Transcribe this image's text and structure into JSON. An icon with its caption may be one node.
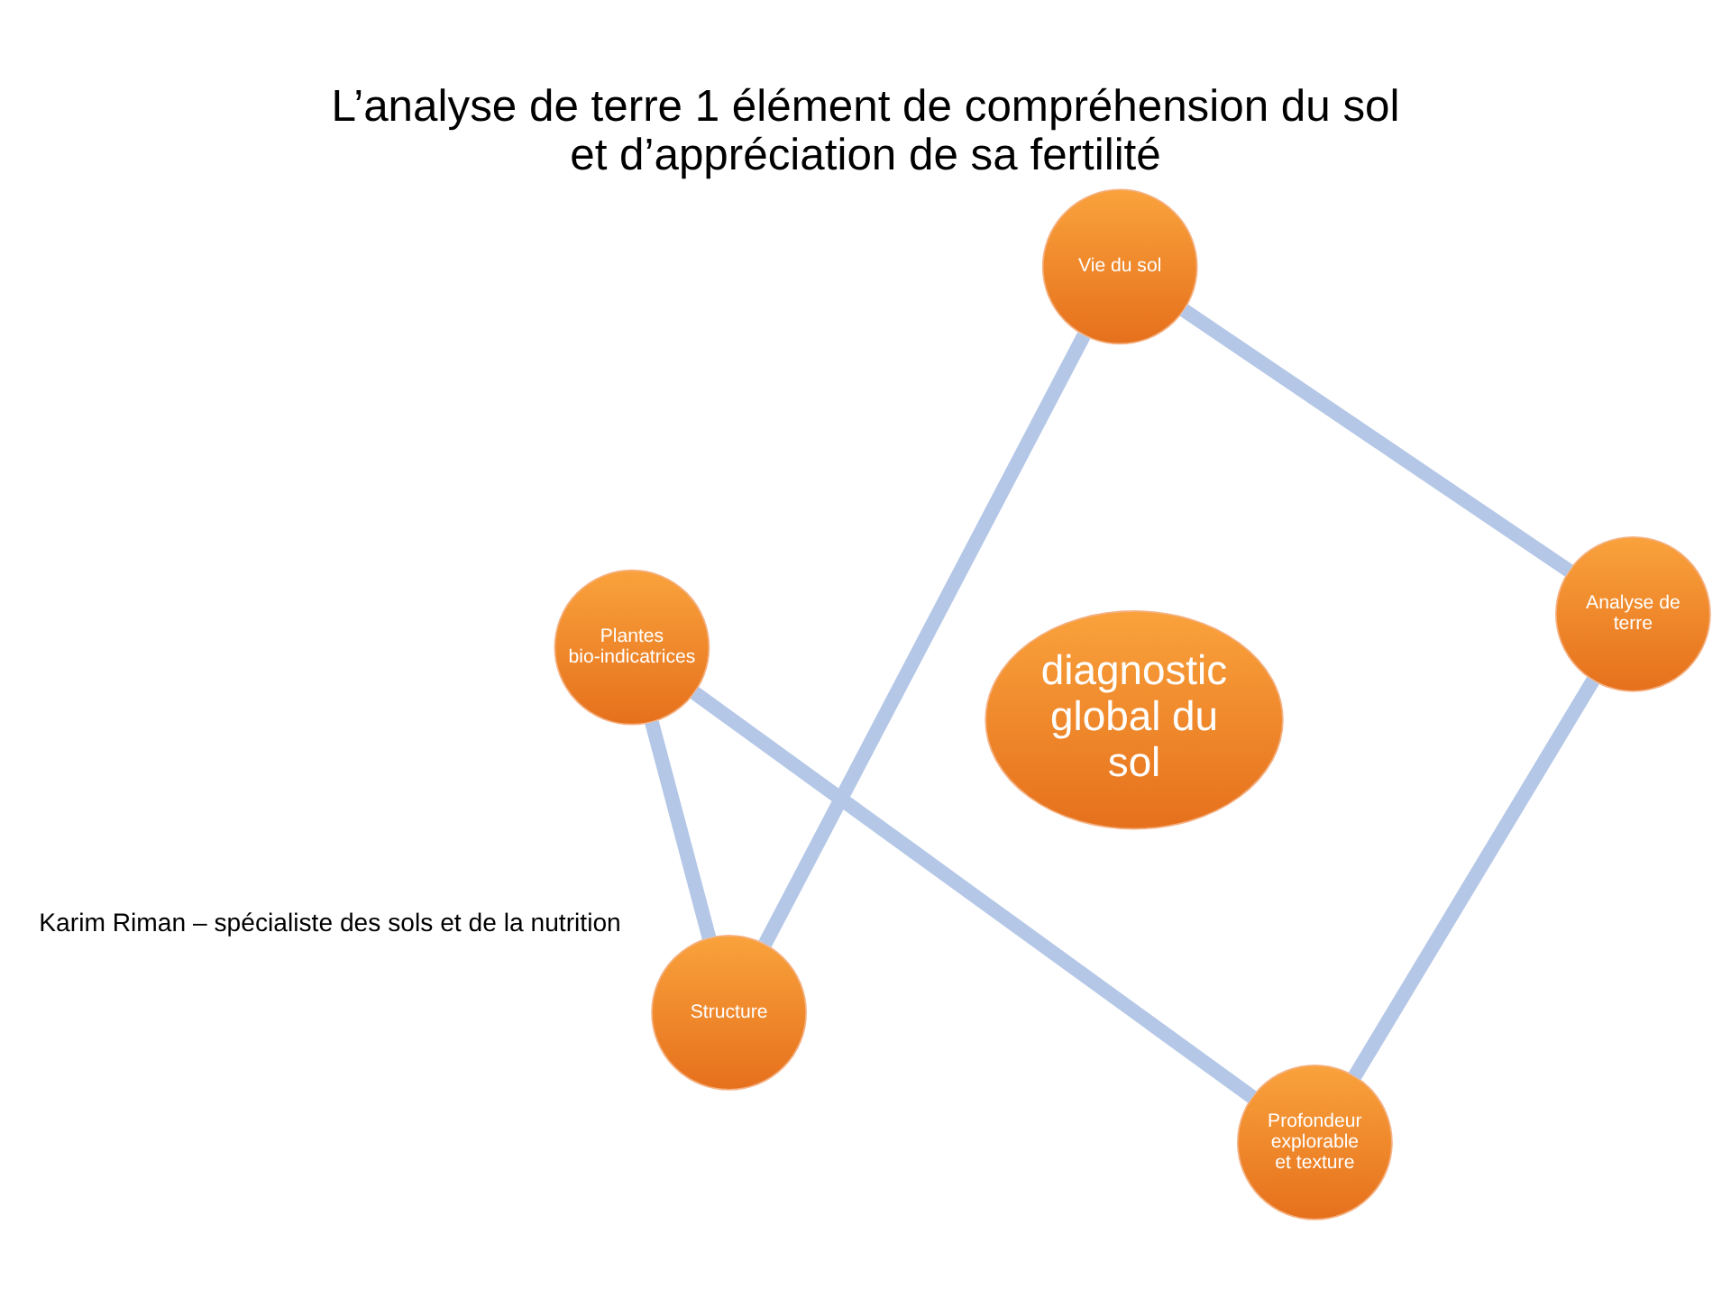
{
  "diagram": {
    "title": "L’analyse de terre 1 élément de compréhension du sol et d’appréciation de sa fertilité",
    "caption": "Karim Riman – spécialiste des sols et de la nutrition",
    "nodes": [
      {
        "text": [
          "diagnostic global du sol"
        ]
      },
      {
        "text": [
          "Analyse de terre"
        ]
      },
      {
        "text": [
          "Profondeur explorable et texture"
        ]
      },
      {
        "text": [
          "Plantes bio-indicatrices"
        ]
      },
      {
        "text": [
          "Structure"
        ]
      },
      {
        "text": [
          "Vie du sol"
        ]
      }
    ],
    "edges": [
      {
        "from": 1,
        "to": 2,
        "arrow": "none"
      },
      {
        "from": 2,
        "to": 3,
        "arrow": "none"
      },
      {
        "from": 3,
        "to": 4,
        "arrow": "none"
      },
      {
        "from": 4,
        "to": 5,
        "arrow": "none"
      },
      {
        "from": 5,
        "to": 1,
        "arrow": "none"
      }
    ]
  }
}
